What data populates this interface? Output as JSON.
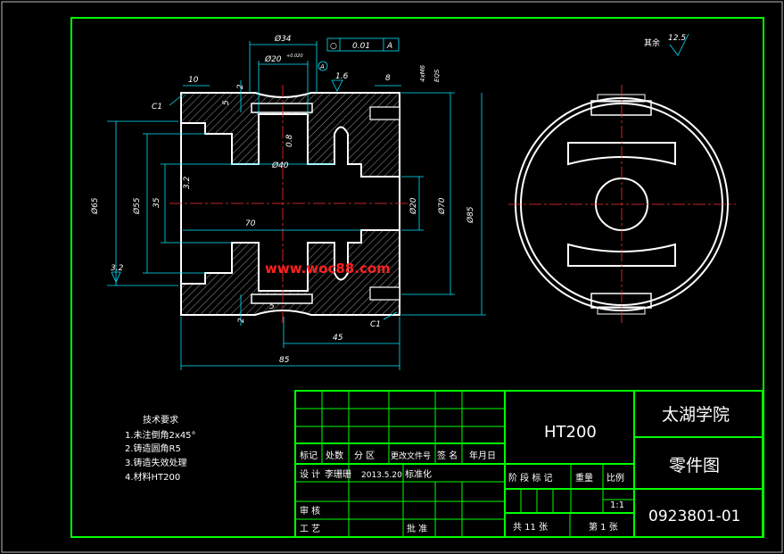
{
  "watermark": "www.woc88.com",
  "roughness": {
    "label": "其余",
    "value": "12.5"
  },
  "dimensions": {
    "d34": "Ø34",
    "d20": "Ø20",
    "d20_sup": "+0.020",
    "tol_flat": "0.01",
    "tol_datum": "A",
    "datum_a": "A",
    "r16": "1.6",
    "d8": "8",
    "thread": "4xM6",
    "eqs": "EQS",
    "d10": "10",
    "d2a": "2",
    "d5a": "5",
    "c1a": "C1",
    "r08": "0.8",
    "d40": "Ø40",
    "r32": "3.2",
    "d65": "Ø65",
    "d55": "Ø55",
    "d35": "35",
    "d70h": "70",
    "d20b": "Ø20",
    "d70v": "Ø70",
    "d85": "Ø85",
    "r32b": "3.2",
    "d5b": "5",
    "d2b": "2",
    "c1b": "C1",
    "d45": "45",
    "d85h": "85"
  },
  "notes": {
    "title": "技术要求",
    "items": [
      "1.未注倒角2x45°",
      "2.铸造圆角R5",
      "3.铸造失效处理",
      "4.材料HT200"
    ]
  },
  "title_block": {
    "material": "HT200",
    "school": "太湖学院",
    "part_name": "零件图",
    "drawing_no": "0923801-01",
    "h_mark": "标记",
    "h_count": "处数",
    "h_zone": "分 区",
    "h_change": "更改文件号",
    "h_sign": "签 名",
    "h_date": "年月日",
    "r_design": "设 计",
    "designer": "李珊珊",
    "design_date": "2013.5.20",
    "r_std": "标准化",
    "h_stage": "阶 段 标 记",
    "h_weight": "重量",
    "h_scale": "比例",
    "scale": "1:1",
    "r_review": "审 核",
    "r_process": "工 艺",
    "r_approve": "批 准",
    "total_sheets": "共 11 张",
    "sheet": "第 1 张"
  }
}
